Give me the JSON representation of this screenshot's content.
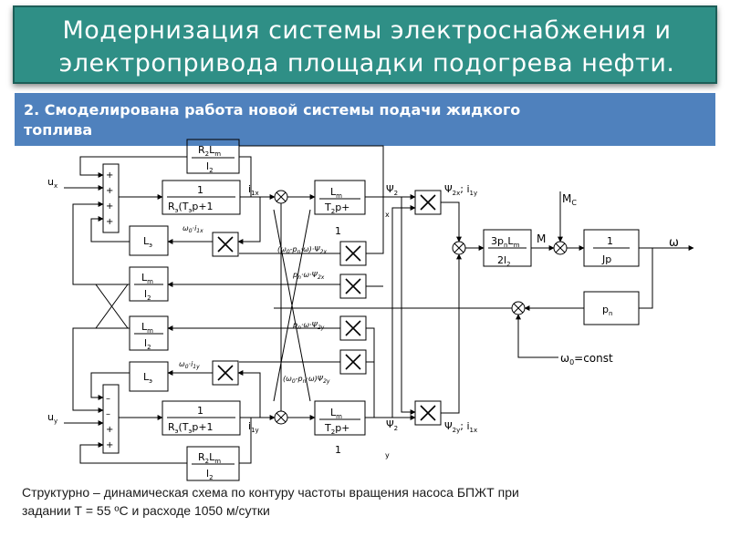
{
  "title": {
    "line1": "Модернизация системы электроснабжения и",
    "line2": "электропривода площадки подогрева нефти."
  },
  "subtitle": {
    "line1": "2. Смоделирована работа новой системы подачи жидкого",
    "line2": "топлива"
  },
  "diagram": {
    "input_x": "u",
    "input_x_sub": "x",
    "input_y": "u",
    "input_y_sub": "y",
    "block_r2lm_num": "R",
    "block_r2lm_den": "l",
    "block_1": "1",
    "block_r_den": "R",
    "block_le": "L",
    "block_lm": "L",
    "block_lm_den": "l",
    "block_lm_t": "T",
    "block_3p": "3p",
    "block_3p_den": "2l",
    "block_1_jp": "Jp",
    "block_pn": "p",
    "mc_label": "M",
    "m_label": "M",
    "omega_label": "ω",
    "omega0_label": "ω",
    "omega0_const": "=const",
    "i1x_label": "i",
    "i1y_label": "i",
    "psi2_label": "Ψ",
    "psi2x_label": "Ψ",
    "psi2y_label": "Ψ",
    "x_mark": "x",
    "y_mark": "y",
    "expr_a": "(ω",
    "expr_b": "p",
    "expr_c": "p",
    "expr_d": "(ω",
    "omega_i1x": "ω",
    "omega_i1y": "ω",
    "plus": "+",
    "minus": "–"
  },
  "caption": {
    "line1": "Структурно – динамическая схема  по контуру частоты вращения насоса БПЖТ при",
    "line2": "задании Т = 55 ºС и расходе 1050 м/сутки"
  },
  "colors": {
    "title_bg": "#2f8f86",
    "subtitle_bg": "#4f81bd",
    "line": "#000000"
  }
}
